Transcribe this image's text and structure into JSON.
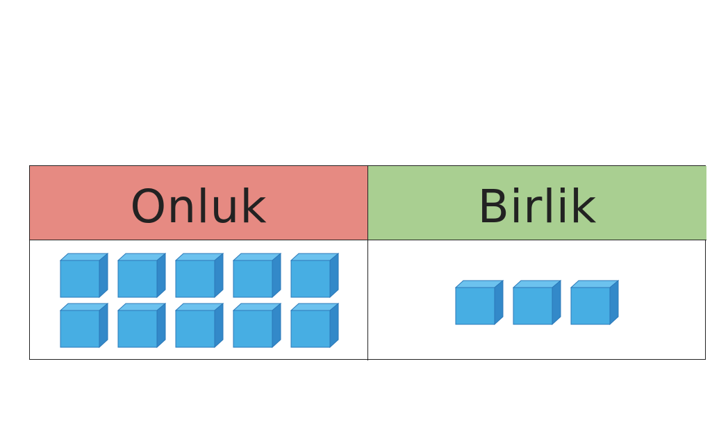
{
  "table": {
    "columns": [
      {
        "label": "Onluk",
        "header_color": "#e68a82",
        "cube_count": 10
      },
      {
        "label": "Birlik",
        "header_color": "#a9cf91",
        "cube_count": 3
      }
    ]
  },
  "colors": {
    "cube_front": "#47aee3",
    "cube_top": "#6cc2ee",
    "cube_side": "#3389c9",
    "cube_edge": "#2b78b8",
    "grid_line": "#222222"
  },
  "icons": {
    "block": "unit-cube-icon"
  }
}
